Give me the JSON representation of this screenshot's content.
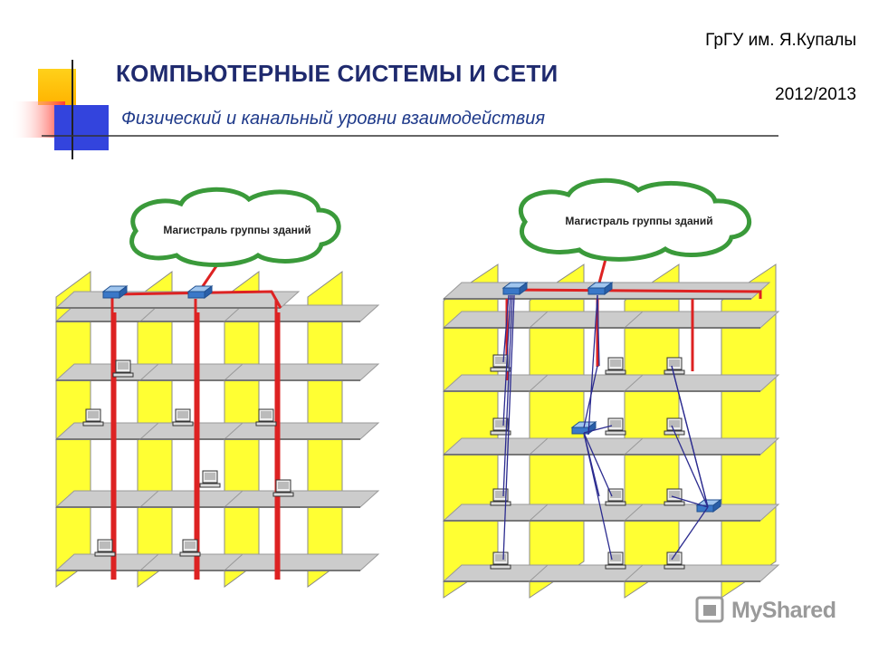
{
  "header": {
    "title": "КОМПЬЮТЕРНЫЕ СИСТЕМЫ  И СЕТИ",
    "subtitle": "Физический и канальный уровни взаимодействия",
    "university": "ГрГУ им. Я.Купалы",
    "year": "2012/2013"
  },
  "diagram": {
    "left_cloud_label": "Магистраль группы зданий",
    "right_cloud_label": "Магистраль группы зданий"
  },
  "watermark": {
    "text": "MyShared"
  },
  "colors": {
    "wall": "#ffff33",
    "floor": "#cccccc",
    "cable_red": "#dd2222",
    "cable_blue": "#2b2b8f",
    "cloud_border": "#3a9a3a",
    "title_blue": "#1f2a6e"
  },
  "icons": [
    "switch-icon",
    "computer-icon",
    "cloud-icon"
  ]
}
